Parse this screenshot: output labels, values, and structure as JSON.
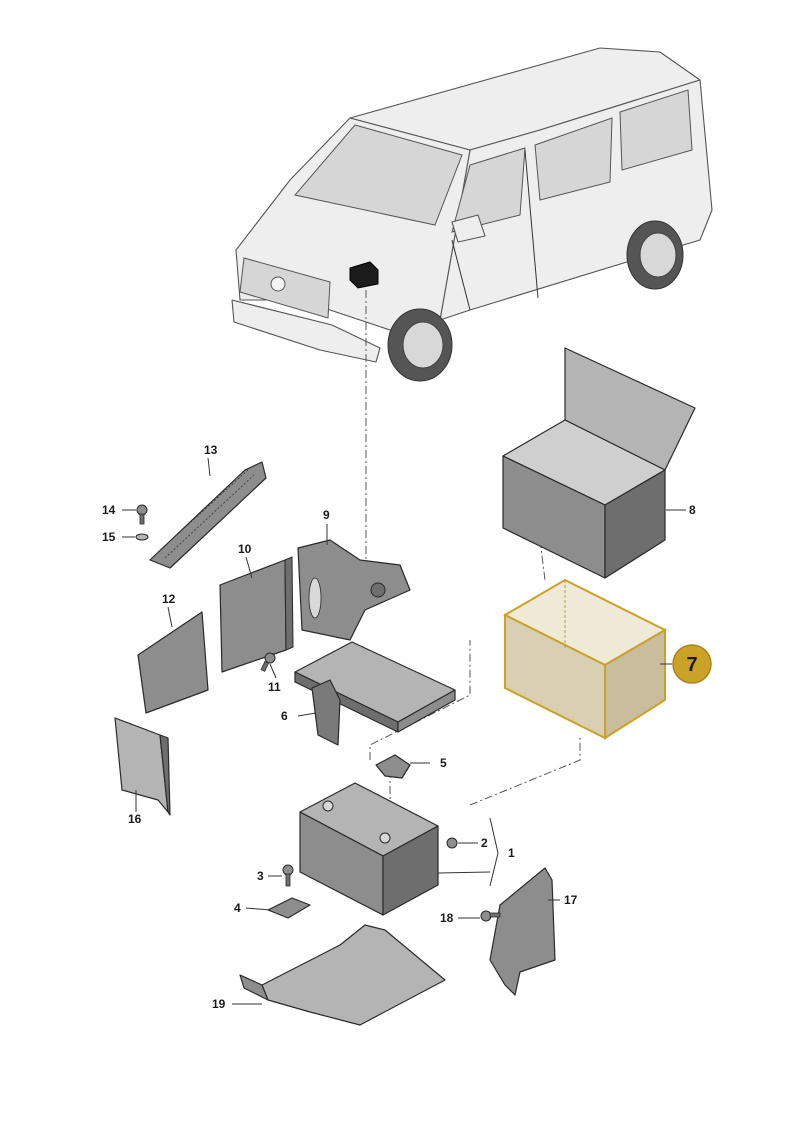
{
  "callouts": {
    "c1": "1",
    "c2": "2",
    "c3": "3",
    "c4": "4",
    "c5": "5",
    "c6": "6",
    "c7": "7",
    "c8": "8",
    "c9": "9",
    "c10": "10",
    "c11": "11",
    "c12": "12",
    "c13": "13",
    "c14": "14",
    "c15": "15",
    "c16": "16",
    "c17": "17",
    "c18": "18",
    "c19": "19"
  },
  "highlight": {
    "part_number": "7",
    "color": "#c9a227",
    "fill": "#e8e0cc"
  },
  "colors": {
    "part_fill": "#8d8d8d",
    "part_dark": "#6e6e6e",
    "part_light": "#b4b4b4",
    "van_body": "#eeeeee"
  }
}
